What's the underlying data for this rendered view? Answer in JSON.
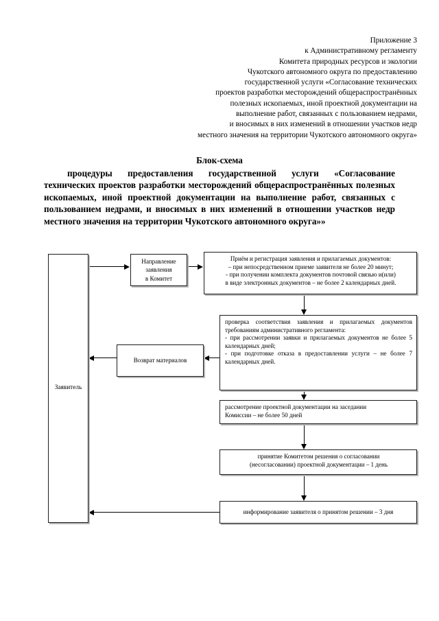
{
  "header": {
    "lines": [
      "Приложение 3",
      "к Административному регламенту",
      "Комитета природных ресурсов и экологии",
      "Чукотского автономного округа по предоставлению",
      "государственной услуги «Согласование технических",
      "проектов разработки месторождений общераспространённых",
      "полезных ископаемых, иной проектной документации на",
      "выполнение работ, связанных с пользованием недрами,",
      "и вносимых в них изменений в отношении участков недр",
      "местного значения на территории Чукотского автономного округа»"
    ]
  },
  "title": {
    "heading": "Блок-схема",
    "body": "процедуры предоставления государственной услуги «Согласование технических проектов разработки месторождений общераспространённых полезных ископаемых, иной проектной документации на выполнение работ, связанных с пользованием недрами, и вносимых в них изменений в отношении участков недр местного значения на территории Чукотского автономного округа»»"
  },
  "flowchart": {
    "nodes": {
      "applicant": {
        "label": "Заявитель"
      },
      "submit": {
        "line1": "Направление",
        "line2": "заявления",
        "line3": "в Комитет"
      },
      "receive": {
        "line1": "Приём и регистрация заявления и прилагаемых документов:",
        "line2": "– при непосредственном приеме заявителя не более 20 минут;",
        "line3": "- при получении комплекта документов почтовой связью и(или)",
        "line4": "в виде электронных документов – не более 2 календарных дней."
      },
      "check": {
        "line1": "проверка соответствия заявления и прилагаемых документов требованиям административного регламента:",
        "line2": "- при рассмотрении заявки и прилагаемых документов не более 5 календарных дней;",
        "line3": "- при подготовке отказа в предоставлении услуги – не более 7 календарных дней."
      },
      "return_materials": {
        "label": "Возврат материалов"
      },
      "commission": {
        "line1": "рассмотрение проектной документации на заседании",
        "line2": "Комиссии – не более 50 дней"
      },
      "decision": {
        "line1": "принятие Комитетом решения о согласовании",
        "line2": "(несогласовании) проектной документации – 1 день"
      },
      "inform": {
        "label": "информирование заявителя о принятом решении – 3 дня"
      }
    }
  },
  "colors": {
    "text": "#000000",
    "border": "#1a1a1a",
    "shadow": "#b6b6b6",
    "background": "#ffffff"
  }
}
